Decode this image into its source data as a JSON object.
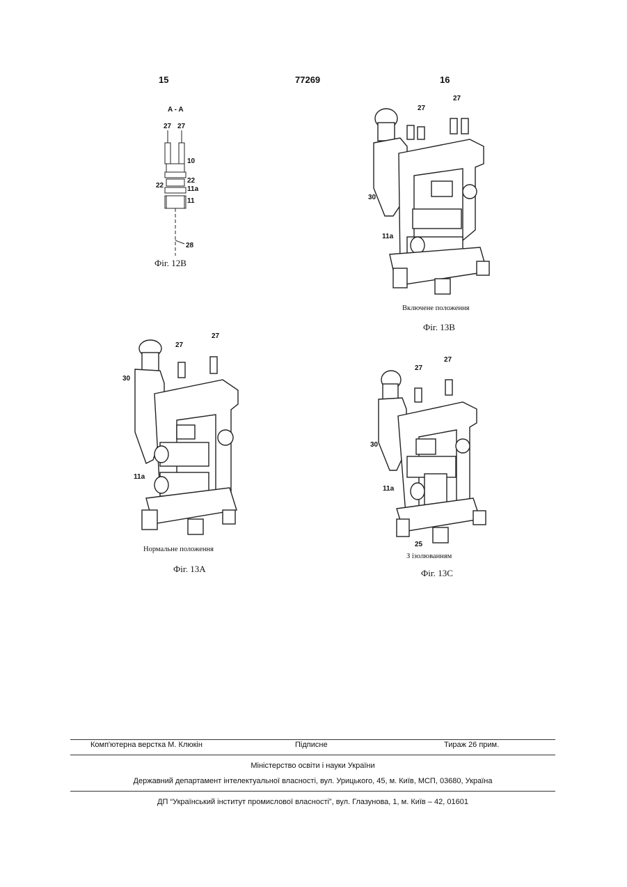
{
  "header": {
    "page_left": "15",
    "patent_no": "77269",
    "page_right": "16"
  },
  "fig12b": {
    "section": "A - A",
    "labels": {
      "l27a": "27",
      "l27b": "27",
      "l10": "10",
      "l22a": "22",
      "l22b": "22",
      "l11a": "11a",
      "l11": "11",
      "l28": "28"
    },
    "caption": "Фіг. 12В"
  },
  "fig13b": {
    "labels": {
      "l27a": "27",
      "l27b": "27",
      "l30": "30",
      "l11a": "11a"
    },
    "subcaption": "Включене положення",
    "caption": "Фіг. 13В"
  },
  "fig13a": {
    "labels": {
      "l27a": "27",
      "l27b": "27",
      "l30": "30",
      "l11a": "11a"
    },
    "subcaption": "Нормальне положення",
    "caption": "Фіг. 13А"
  },
  "fig13c": {
    "labels": {
      "l27a": "27",
      "l27b": "27",
      "l30": "30",
      "l11a": "11a",
      "l25": "25"
    },
    "subcaption": "З ізолюванням",
    "caption": "Фіг. 13С"
  },
  "footer": {
    "typesetter": "Комп'ютерна верстка М. Клюкін",
    "signed": "Підписне",
    "circulation": "Тираж 26 прим.",
    "ministry": "Міністерство освіти і науки України",
    "department": "Державний департамент інтелектуальної власності, вул. Урицького, 45, м. Київ, МСП, 03680, Україна",
    "institute": "ДП “Український інститут промислової власності”, вул. Глазунова, 1, м. Київ – 42, 01601"
  }
}
